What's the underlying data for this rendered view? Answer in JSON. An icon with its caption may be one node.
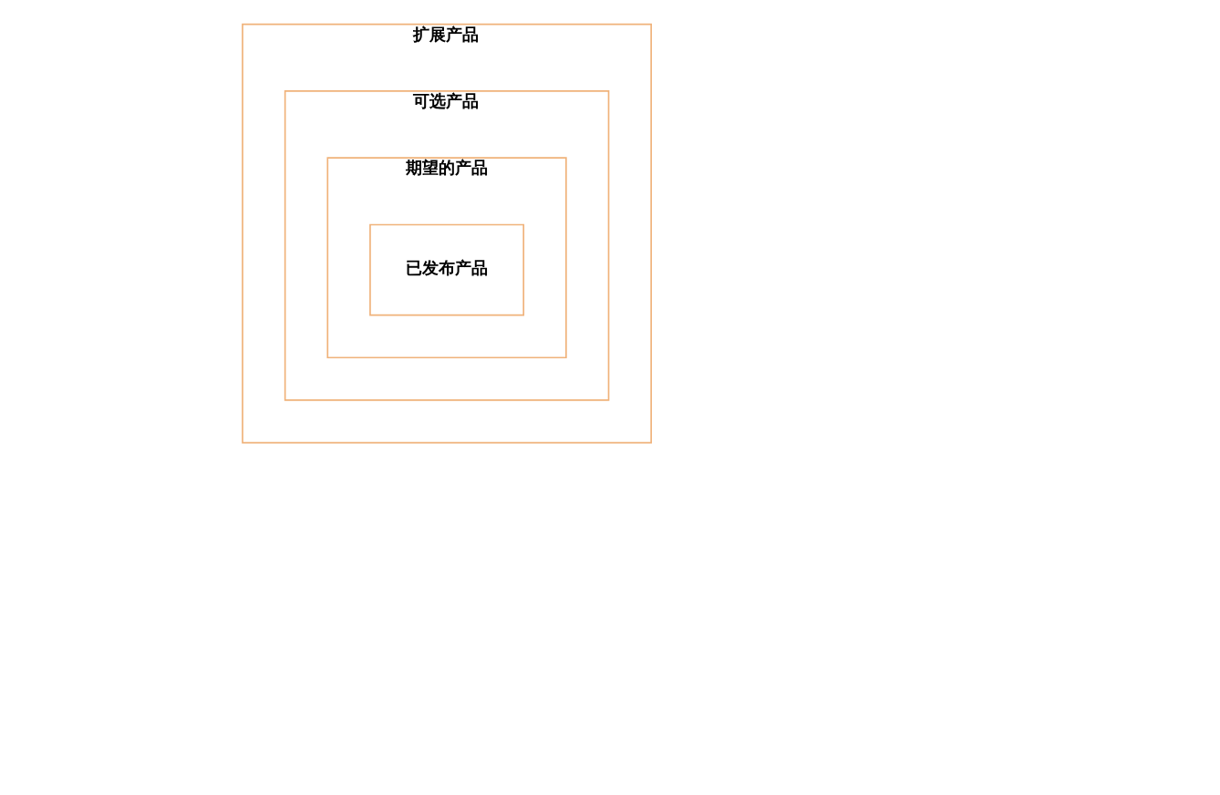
{
  "diagram": {
    "nodes": [
      {
        "text": [
          "扩展产品"
        ]
      },
      {
        "text": [
          "可选产品"
        ],
        "in": 0
      },
      {
        "text": [
          "期望的产品"
        ],
        "in": 1
      },
      {
        "text": [
          "已发布产品"
        ],
        "in": 2
      }
    ]
  }
}
